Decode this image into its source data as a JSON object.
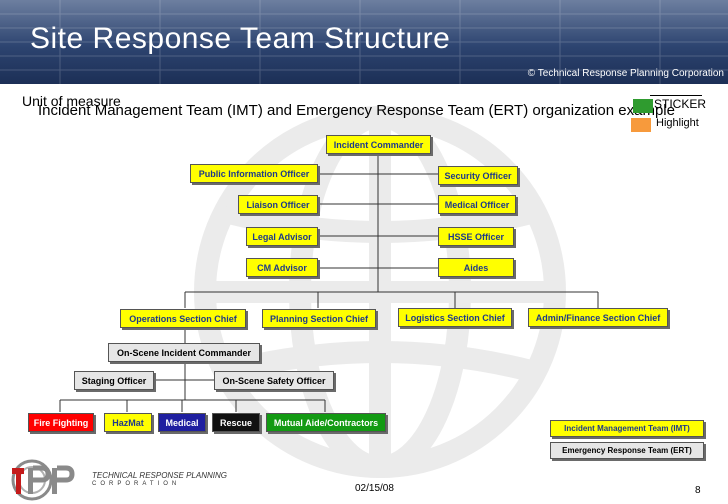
{
  "header": {
    "title": "Site Response Team Structure",
    "copyright": "© Technical Response Planning Corporation"
  },
  "unit_of_measure": "Unit of measure",
  "subtitle": "Incident Management Team (IMT) and Emergency Response Team (ERT) organization example",
  "sticker": {
    "label": "STICKER",
    "highlight_label": "Highlight",
    "highlight_color": "#f79a3c",
    "sticker_color": "#2f9b2f"
  },
  "boxes": {
    "incident_commander": "Incident Commander",
    "public_information_officer": "Public Information Officer",
    "security_officer": "Security Officer",
    "liaison_officer": "Liaison Officer",
    "medical_officer": "Medical Officer",
    "legal_advisor": "Legal Advisor",
    "hsse_officer": "HSSE Officer",
    "cm_advisor": "CM Advisor",
    "aides": "Aides",
    "operations_section_chief": "Operations Section Chief",
    "planning_section_chief": "Planning Section Chief",
    "logistics_section_chief": "Logistics Section Chief",
    "admin_finance_section_chief": "Admin/Finance Section Chief",
    "on_scene_incident_commander": "On-Scene Incident Commander",
    "staging_officer": "Staging Officer",
    "on_scene_safety_officer": "On-Scene Safety Officer",
    "fire_fighting": "Fire Fighting",
    "hazmat": "HazMat",
    "medical": "Medical",
    "rescue": "Rescue",
    "mutual_aide_contractors": "Mutual Aide/Contractors"
  },
  "legend": {
    "imt": "Incident Management Team (IMT)",
    "ert": "Emergency Response Team (ERT)"
  },
  "colors": {
    "imt": "#ffff00",
    "ert": "#e6e6e6",
    "fire_fighting": "#ff0000",
    "medical": "#1f1fa0",
    "rescue": "#111111",
    "mutual_aide": "#139a13"
  },
  "logo": {
    "mark": "TRP",
    "line1": "TECHNICAL RESPONSE PLANNING",
    "line2": "CORPORATION"
  },
  "footer": {
    "date": "02/15/08",
    "page": "8"
  }
}
